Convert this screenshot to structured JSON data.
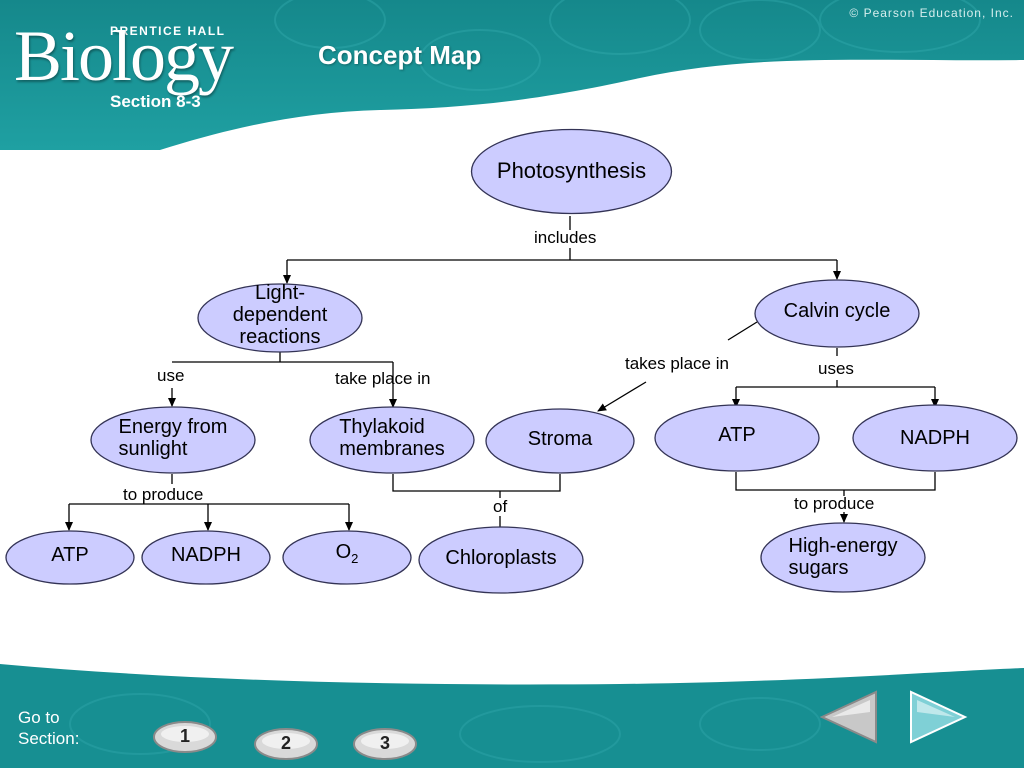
{
  "brand": {
    "publisher": "PRENTICE HALL",
    "logo_text": "Biology"
  },
  "section_label": "Section 8-3",
  "title": "Concept Map",
  "copyright": "© Pearson Education, Inc.",
  "footer": {
    "goto_label": "Go to\nSection:",
    "section_buttons": [
      "1",
      "2",
      "3"
    ]
  },
  "colors": {
    "teal": "#1a8f92",
    "node_fill": "#ccccff",
    "node_stroke": "#333355"
  },
  "nodes": {
    "photosynthesis": "Photosynthesis",
    "light_dependent": "Light-\ndependent\nreactions",
    "calvin_cycle": "Calvin cycle",
    "energy_from_sunlight": "Energy from\nsunlight",
    "thylakoid_membranes": "Thylakoid\nmembranes",
    "stroma": "Stroma",
    "atp_calvin": "ATP",
    "nadph_calvin": "NADPH",
    "atp_light": "ATP",
    "nadph_light": "NADPH",
    "o2": "O",
    "o2_sub": "2",
    "chloroplasts": "Chloroplasts",
    "high_energy_sugars": "High-energy\nsugars"
  },
  "links": {
    "includes": "includes",
    "use": "use",
    "take_place_in": "take place in",
    "takes_place_in": "takes place in",
    "uses": "uses",
    "to_produce_light": "to produce",
    "of": "of",
    "to_produce_calvin": "to produce"
  }
}
